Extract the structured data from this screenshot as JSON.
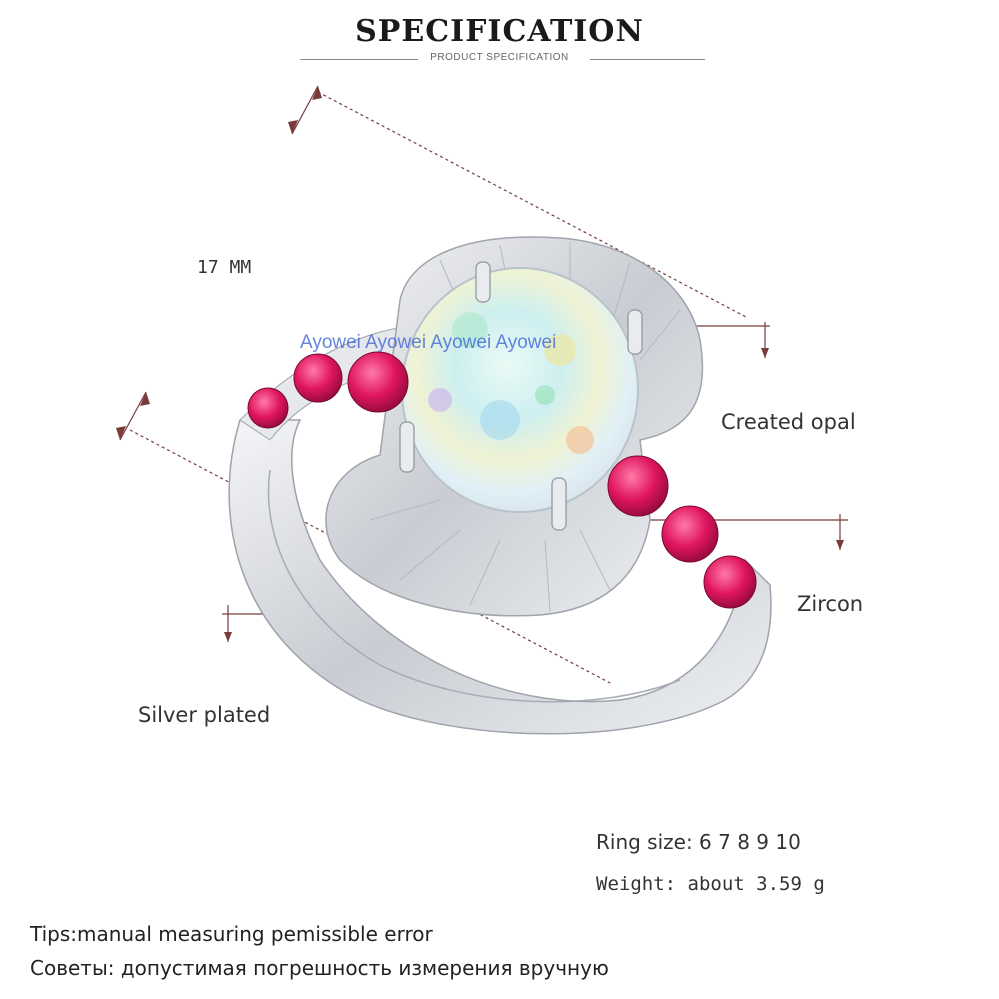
{
  "header": {
    "title": "SPECIFICATION",
    "subtitle": "PRODUCT SPECIFICATION"
  },
  "dimension": {
    "text": "17 MM"
  },
  "labels": {
    "opal": "Created opal",
    "zircon": "Zircon",
    "silver": "Silver plated"
  },
  "specs": {
    "ring_size": "Ring size: 6 7 8 9 10",
    "weight": "Weight: about  3.59 g"
  },
  "tips": {
    "en": "Tips:manual measuring pemissible error",
    "ru": "Советы: допустимая погрешность измерения вручную"
  },
  "watermark": "Ayowei Ayowei Ayowei Ayowei",
  "colors": {
    "line": "#7a3b3b",
    "stone": "#e0155f",
    "silver": "#d9dbe0",
    "watermark": "#4a6fd8"
  }
}
